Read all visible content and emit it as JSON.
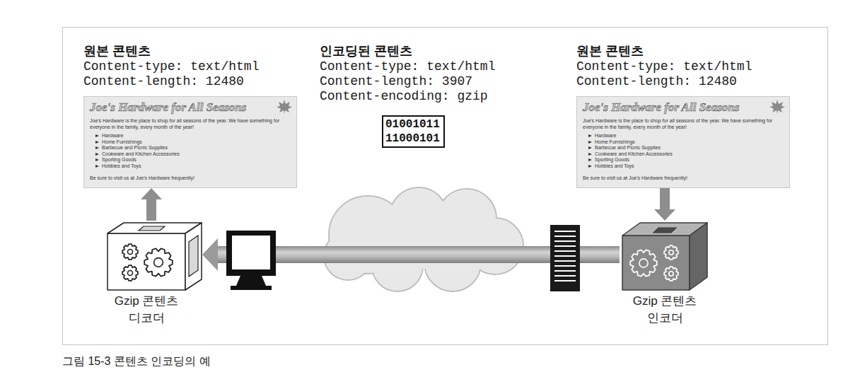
{
  "diagram": {
    "caption": "그림 15-3 콘텐츠 인코딩의 예",
    "nodes": [
      {
        "text": [
          "원본 콘텐츠",
          "Content-type: text/html",
          "Content-length: 12480",
          "Joe's Hardware for All Seasons",
          "Joe's Hardware is the place to shop for all seasons of the year. We have something for everyone in the family, every month of the year!",
          "Hardware",
          "Home Furnishings",
          "Barbecue and Picnic Supplies",
          "Cookware and Kitchen Accessories",
          "Sporting Goods",
          "Hobbies and Toys",
          "Be sure to visit us at Joe's Hardware frequently!"
        ]
      },
      {
        "text": [
          "인코딩된 콘텐츠",
          "Content-type: text/html",
          "Content-length: 3907",
          "Content-encoding: gzip",
          "01001011 11000101"
        ]
      },
      {
        "text": [
          "원본 콘텐츠",
          "Content-type: text/html",
          "Content-length: 12480",
          "Joe's Hardware for All Seasons",
          "Joe's Hardware is the place to shop for all seasons of the year. We have something for everyone in the family, every month of the year!",
          "Hardware",
          "Home Furnishings",
          "Barbecue and Picnic Supplies",
          "Cookware and Kitchen Accessories",
          "Sporting Goods",
          "Hobbies and Toys",
          "Be sure to visit us at Joe's Hardware frequently!"
        ]
      },
      {
        "text": [
          "Gzip 콘텐츠 디코더"
        ]
      },
      {
        "text": [
          "Gzip 콘텐츠 인코더"
        ]
      }
    ],
    "edges": [
      {
        "from": 3,
        "to": 0,
        "arrow": "to"
      },
      {
        "from": 2,
        "to": 4,
        "arrow": "to"
      },
      {
        "from": 4,
        "to": 3,
        "arrow": "to"
      }
    ]
  }
}
